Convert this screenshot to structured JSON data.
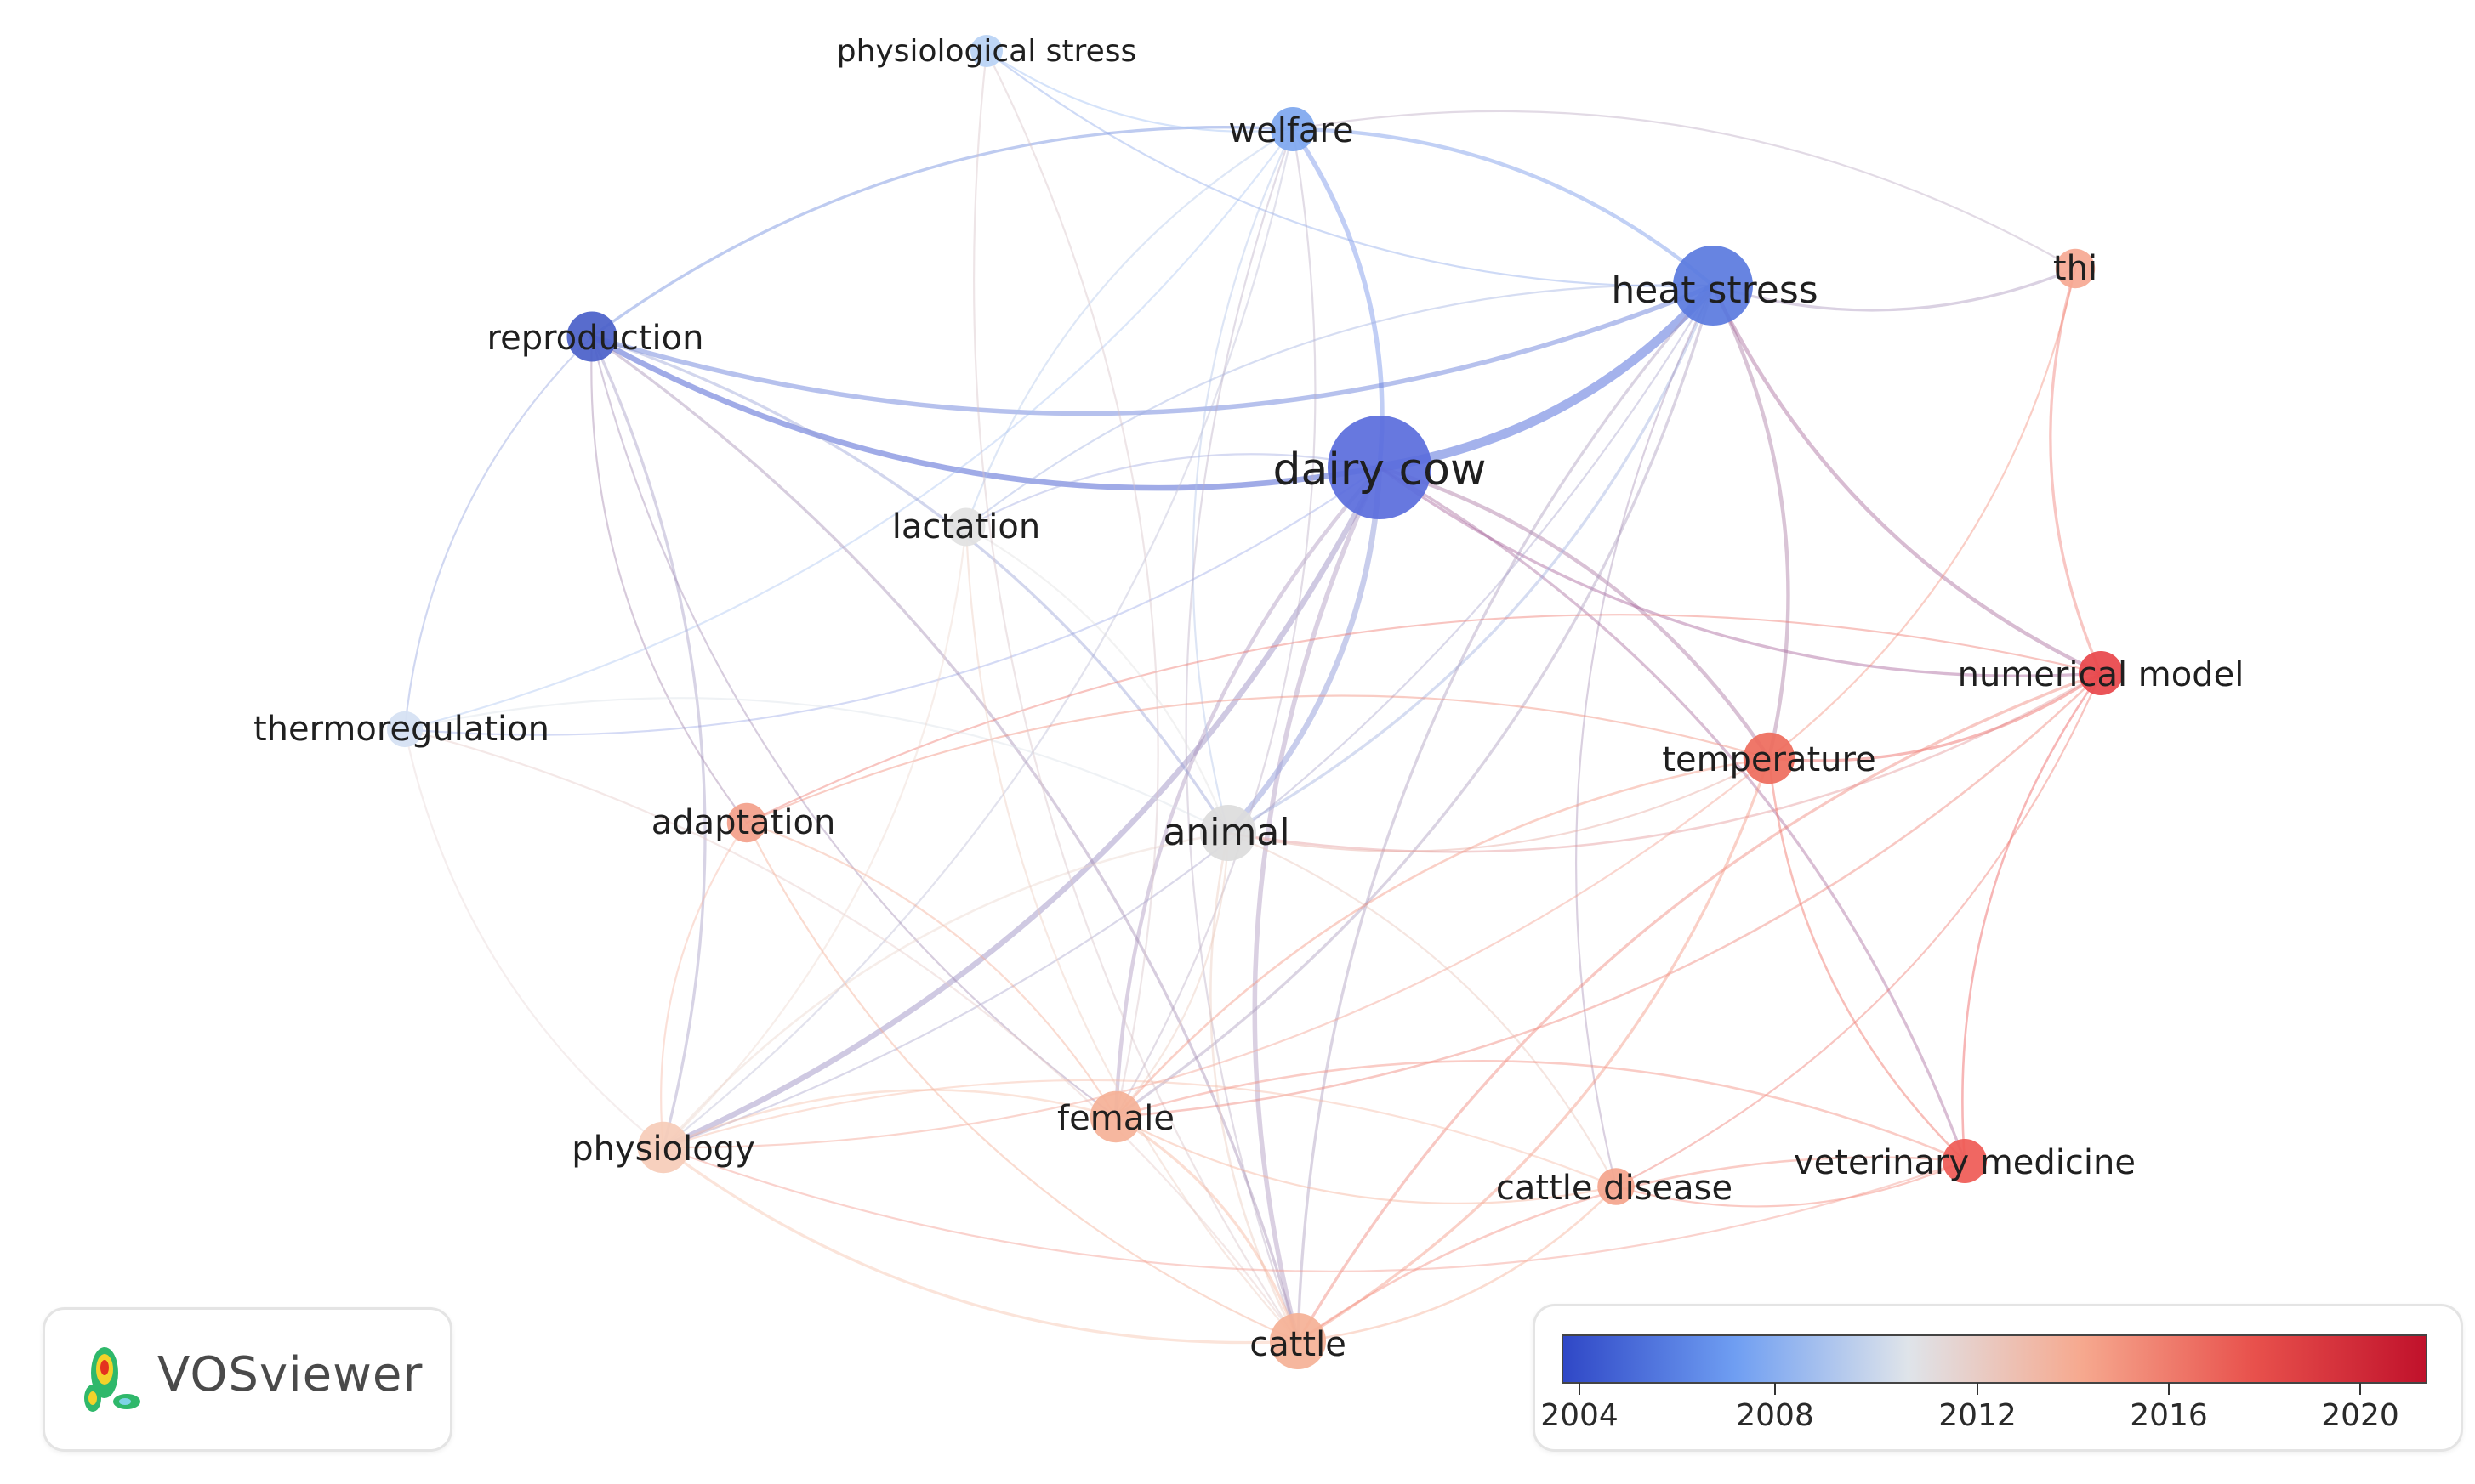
{
  "app": "VOSviewer",
  "nodes": [
    {
      "id": "physiological-stress",
      "label": "physiological stress",
      "weight": 1,
      "color": "#b9d3f5",
      "emphasis": 1
    },
    {
      "id": "welfare",
      "label": "welfare",
      "weight": 2,
      "color": "#7ea7ef",
      "emphasis": 2
    },
    {
      "id": "heat-stress",
      "label": "heat stress",
      "weight": 5,
      "color": "#5a79de",
      "emphasis": 3
    },
    {
      "id": "thi",
      "label": "thi",
      "weight": 1.6,
      "color": "#f6a893",
      "emphasis": 2
    },
    {
      "id": "reproduction",
      "label": "reproduction",
      "weight": 2.5,
      "color": "#4a5fc9",
      "emphasis": 2
    },
    {
      "id": "dairy-cow",
      "label": "dairy cow",
      "weight": 7,
      "color": "#5a6cdc",
      "emphasis": 4
    },
    {
      "id": "lactation",
      "label": "lactation",
      "weight": 1.5,
      "color": "#e2e2e2",
      "emphasis": 2
    },
    {
      "id": "numerical-model",
      "label": "numerical model",
      "weight": 2,
      "color": "#e8454a",
      "emphasis": 2
    },
    {
      "id": "thermoregulation",
      "label": "thermoregulation",
      "weight": 1.3,
      "color": "#d5e1f3",
      "emphasis": 2
    },
    {
      "id": "temperature",
      "label": "temperature",
      "weight": 2.6,
      "color": "#ee6b5c",
      "emphasis": 2
    },
    {
      "id": "adaptation",
      "label": "adaptation",
      "weight": 1.6,
      "color": "#f3a08a",
      "emphasis": 2
    },
    {
      "id": "animal",
      "label": "animal",
      "weight": 3,
      "color": "#dcdcdc",
      "emphasis": 3
    },
    {
      "id": "physiology",
      "label": "physiology",
      "weight": 2.6,
      "color": "#f6ccb8",
      "emphasis": 2
    },
    {
      "id": "female",
      "label": "female",
      "weight": 2.6,
      "color": "#f5b197",
      "emphasis": 2
    },
    {
      "id": "cattle-disease",
      "label": "cattle disease",
      "weight": 1.4,
      "color": "#f4a48c",
      "emphasis": 2
    },
    {
      "id": "veterinary-medicine",
      "label": "veterinary medicine",
      "weight": 2,
      "color": "#ef5a55",
      "emphasis": 2
    },
    {
      "id": "cattle",
      "label": "cattle",
      "weight": 3,
      "color": "#f5b196",
      "emphasis": 2
    }
  ],
  "links": [
    {
      "source": "dairy-cow",
      "target": "heat-stress",
      "strength": 5
    },
    {
      "source": "dairy-cow",
      "target": "reproduction",
      "strength": 3
    },
    {
      "source": "dairy-cow",
      "target": "welfare",
      "strength": 2.5
    },
    {
      "source": "dairy-cow",
      "target": "physiology",
      "strength": 3
    },
    {
      "source": "dairy-cow",
      "target": "cattle",
      "strength": 2.5
    },
    {
      "source": "dairy-cow",
      "target": "animal",
      "strength": 3
    },
    {
      "source": "dairy-cow",
      "target": "female",
      "strength": 2
    },
    {
      "source": "dairy-cow",
      "target": "temperature",
      "strength": 2
    },
    {
      "source": "dairy-cow",
      "target": "numerical-model",
      "strength": 1.5
    },
    {
      "source": "dairy-cow",
      "target": "veterinary-medicine",
      "strength": 1.5
    },
    {
      "source": "dairy-cow",
      "target": "lactation",
      "strength": 1
    },
    {
      "source": "dairy-cow",
      "target": "thermoregulation",
      "strength": 1
    },
    {
      "source": "heat-stress",
      "target": "welfare",
      "strength": 2
    },
    {
      "source": "heat-stress",
      "target": "reproduction",
      "strength": 2.5
    },
    {
      "source": "heat-stress",
      "target": "thi",
      "strength": 1.5
    },
    {
      "source": "heat-stress",
      "target": "temperature",
      "strength": 2
    },
    {
      "source": "heat-stress",
      "target": "numerical-model",
      "strength": 2
    },
    {
      "source": "heat-stress",
      "target": "animal",
      "strength": 1.5
    },
    {
      "source": "heat-stress",
      "target": "cattle",
      "strength": 1.5
    },
    {
      "source": "heat-stress",
      "target": "female",
      "strength": 1.5
    },
    {
      "source": "heat-stress",
      "target": "cattle-disease",
      "strength": 1
    },
    {
      "source": "heat-stress",
      "target": "physiology",
      "strength": 1
    },
    {
      "source": "heat-stress",
      "target": "lactation",
      "strength": 1
    },
    {
      "source": "heat-stress",
      "target": "physiological-stress",
      "strength": 1
    },
    {
      "source": "welfare",
      "target": "reproduction",
      "strength": 1.5
    },
    {
      "source": "welfare",
      "target": "physiological-stress",
      "strength": 1
    },
    {
      "source": "welfare",
      "target": "lactation",
      "strength": 1
    },
    {
      "source": "welfare",
      "target": "thermoregulation",
      "strength": 1
    },
    {
      "source": "welfare",
      "target": "animal",
      "strength": 1
    },
    {
      "source": "welfare",
      "target": "female",
      "strength": 1
    },
    {
      "source": "welfare",
      "target": "cattle",
      "strength": 1
    },
    {
      "source": "welfare",
      "target": "physiology",
      "strength": 1
    },
    {
      "source": "reproduction",
      "target": "thermoregulation",
      "strength": 1
    },
    {
      "source": "reproduction",
      "target": "physiology",
      "strength": 1.5
    },
    {
      "source": "reproduction",
      "target": "adaptation",
      "strength": 1
    },
    {
      "source": "reproduction",
      "target": "animal",
      "strength": 1.5
    },
    {
      "source": "reproduction",
      "target": "female",
      "strength": 1
    },
    {
      "source": "reproduction",
      "target": "cattle",
      "strength": 1.5
    },
    {
      "source": "thi",
      "target": "numerical-model",
      "strength": 1.5
    },
    {
      "source": "thi",
      "target": "temperature",
      "strength": 1
    },
    {
      "source": "thi",
      "target": "welfare",
      "strength": 1
    },
    {
      "source": "numerical-model",
      "target": "temperature",
      "strength": 1.5
    },
    {
      "source": "numerical-model",
      "target": "cattle",
      "strength": 1.5
    },
    {
      "source": "numerical-model",
      "target": "female",
      "strength": 1.2
    },
    {
      "source": "numerical-model",
      "target": "veterinary-medicine",
      "strength": 1.2
    },
    {
      "source": "numerical-model",
      "target": "animal",
      "strength": 1.2
    },
    {
      "source": "numerical-model",
      "target": "adaptation",
      "strength": 1
    },
    {
      "source": "numerical-model",
      "target": "cattle-disease",
      "strength": 1
    },
    {
      "source": "temperature",
      "target": "female",
      "strength": 1.2
    },
    {
      "source": "temperature",
      "target": "cattle",
      "strength": 1.5
    },
    {
      "source": "temperature",
      "target": "veterinary-medicine",
      "strength": 1.2
    },
    {
      "source": "temperature",
      "target": "animal",
      "strength": 1
    },
    {
      "source": "temperature",
      "target": "adaptation",
      "strength": 1
    },
    {
      "source": "temperature",
      "target": "physiology",
      "strength": 1
    },
    {
      "source": "animal",
      "target": "physiology",
      "strength": 1.2
    },
    {
      "source": "animal",
      "target": "female",
      "strength": 1
    },
    {
      "source": "animal",
      "target": "cattle",
      "strength": 1.2
    },
    {
      "source": "animal",
      "target": "cattle-disease",
      "strength": 1
    },
    {
      "source": "animal",
      "target": "thermoregulation",
      "strength": 1
    },
    {
      "source": "lactation",
      "target": "physiology",
      "strength": 1
    },
    {
      "source": "lactation",
      "target": "cattle",
      "strength": 1
    },
    {
      "source": "lactation",
      "target": "animal",
      "strength": 1
    },
    {
      "source": "physiological-stress",
      "target": "cattle",
      "strength": 1
    },
    {
      "source": "physiological-stress",
      "target": "female",
      "strength": 1
    },
    {
      "source": "thermoregulation",
      "target": "physiology",
      "strength": 1
    },
    {
      "source": "thermoregulation",
      "target": "cattle",
      "strength": 1
    },
    {
      "source": "adaptation",
      "target": "physiology",
      "strength": 1
    },
    {
      "source": "adaptation",
      "target": "female",
      "strength": 1
    },
    {
      "source": "adaptation",
      "target": "cattle",
      "strength": 1
    },
    {
      "source": "physiology",
      "target": "female",
      "strength": 1.2
    },
    {
      "source": "physiology",
      "target": "cattle",
      "strength": 1.5
    },
    {
      "source": "physiology",
      "target": "cattle-disease",
      "strength": 1
    },
    {
      "source": "physiology",
      "target": "veterinary-medicine",
      "strength": 1
    },
    {
      "source": "female",
      "target": "cattle",
      "strength": 1.5
    },
    {
      "source": "female",
      "target": "cattle-disease",
      "strength": 1
    },
    {
      "source": "female",
      "target": "veterinary-medicine",
      "strength": 1.2
    },
    {
      "source": "cattle",
      "target": "cattle-disease",
      "strength": 1.2
    },
    {
      "source": "cattle",
      "target": "veterinary-medicine",
      "strength": 1.2
    },
    {
      "source": "cattle-disease",
      "target": "veterinary-medicine",
      "strength": 1
    }
  ],
  "legend": {
    "ticks": [
      "2004",
      "2008",
      "2012",
      "2016",
      "2020"
    ],
    "gradient": [
      "#2f47c6",
      "#6f9ef2",
      "#dfe4ea",
      "#f6a98f",
      "#e8514c",
      "#c0112b"
    ]
  }
}
